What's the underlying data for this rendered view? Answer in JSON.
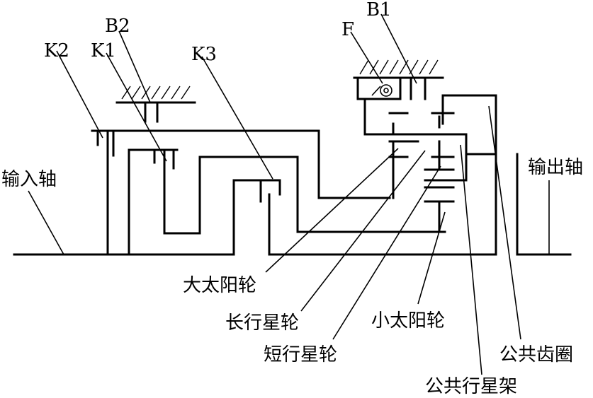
{
  "labels": {
    "b1": "B1",
    "b2": "B2",
    "f": "F",
    "k1": "K1",
    "k2": "K2",
    "k3": "K3",
    "input_shaft": "输入轴",
    "output_shaft": "输出轴",
    "large_sun_gear": "大太阳轮",
    "long_planet_gear": "长行星轮",
    "short_planet_gear": "短行星轮",
    "small_sun_gear": "小太阳轮",
    "common_ring_gear": "公共齿圈",
    "common_planet_carrier": "公共行星架"
  }
}
